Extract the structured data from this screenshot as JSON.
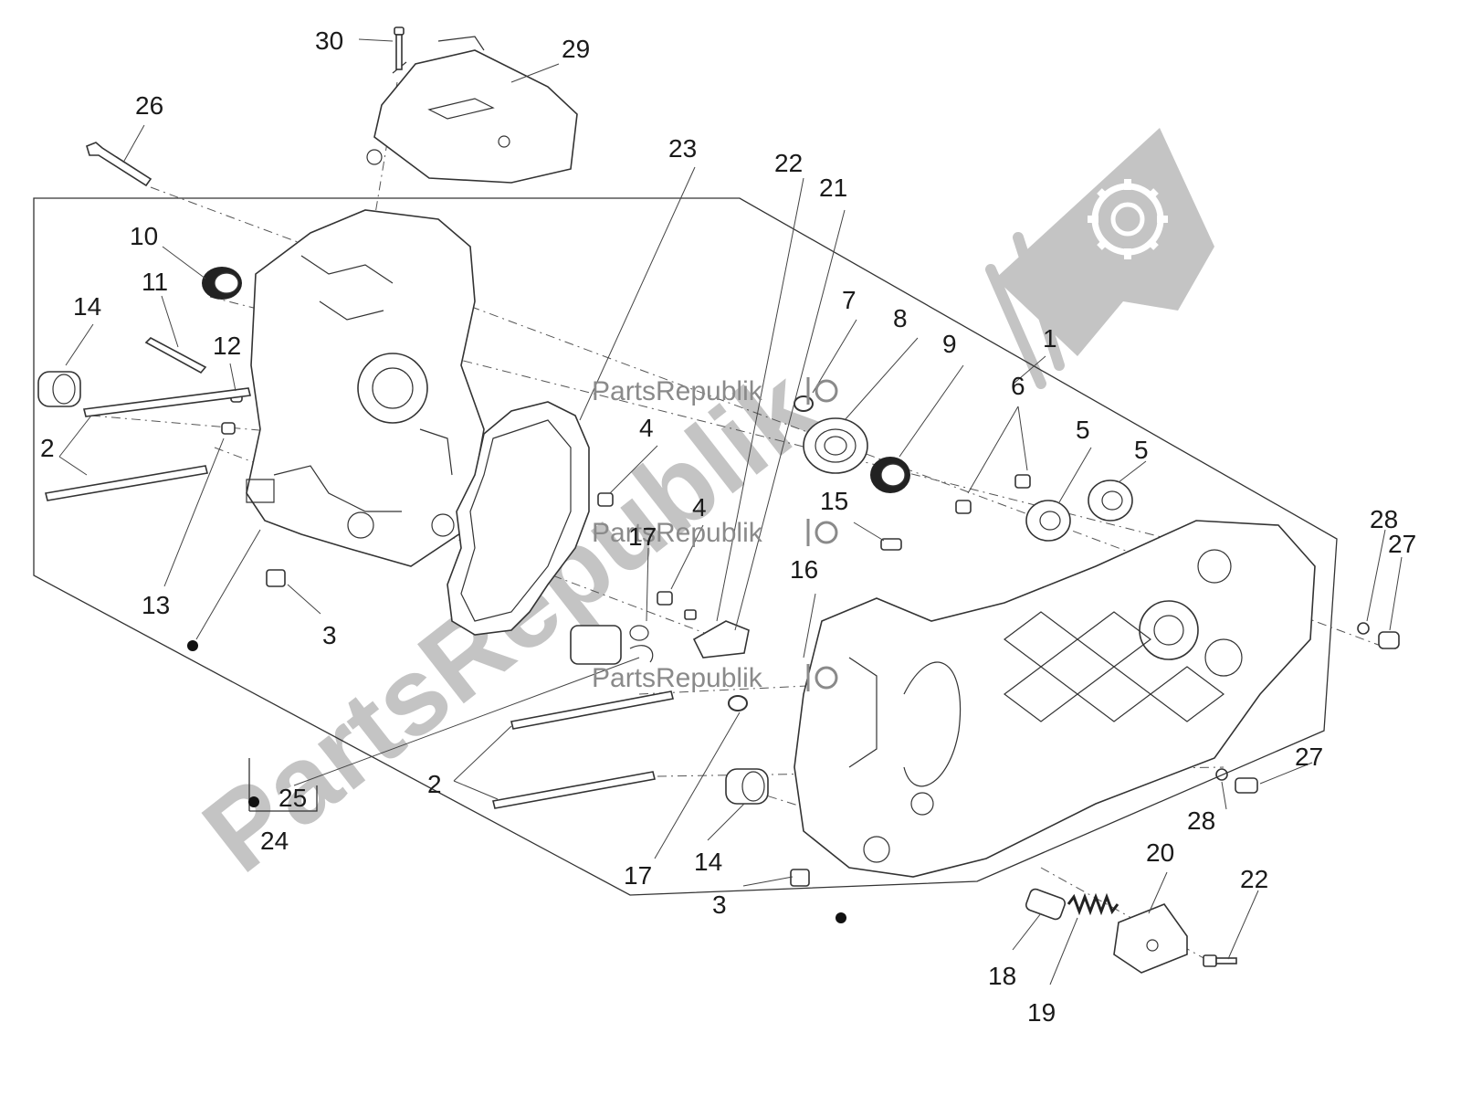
{
  "watermark": {
    "big_text": "PartsRepublik",
    "small_text": "PartsRepublik"
  },
  "callouts": {
    "c1": "1",
    "c2a": "2",
    "c2b": "2",
    "c3a": "3",
    "c3b": "3",
    "c4a": "4",
    "c4b": "4",
    "c5a": "5",
    "c5b": "5",
    "c6": "6",
    "c7": "7",
    "c8": "8",
    "c9": "9",
    "c10": "10",
    "c11": "11",
    "c12": "12",
    "c13": "13",
    "c14a": "14",
    "c14b": "14",
    "c15": "15",
    "c16": "16",
    "c17a": "17",
    "c17b": "17",
    "c18": "18",
    "c19": "19",
    "c20": "20",
    "c21": "21",
    "c22a": "22",
    "c22b": "22",
    "c23": "23",
    "c24": "24",
    "c25": "25",
    "c26": "26",
    "c27a": "27",
    "c27b": "27",
    "c28a": "28",
    "c28b": "28",
    "c29": "29",
    "c30": "30"
  },
  "icons": [
    "gear-logo-icon",
    "small-gear-logo-icon"
  ],
  "colors": {
    "line": "#333333",
    "watermark": "#c4c4c4",
    "watermark_text": "#8a8a8a"
  }
}
